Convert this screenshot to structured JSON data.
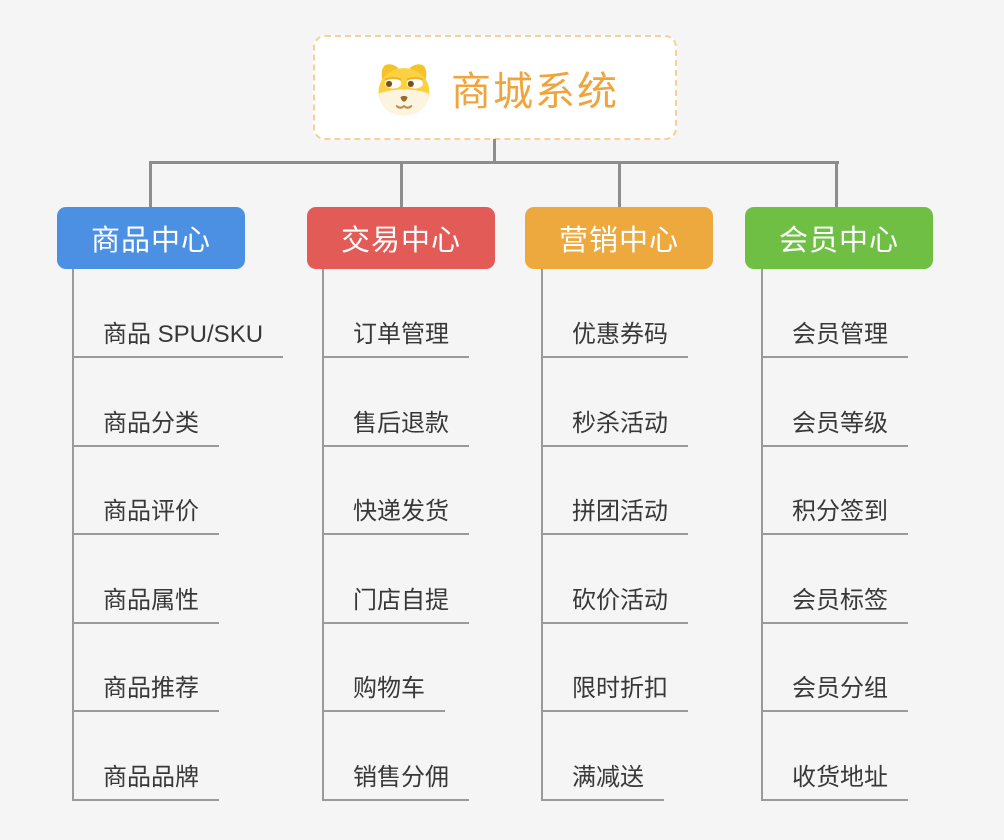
{
  "background_color": "#f5f5f5",
  "connector_color": "#8d8d8d",
  "line_color": "#9a9a9a",
  "root": {
    "label": "商城系统",
    "icon": "doge-icon",
    "text_color": "#f0a43c",
    "border_color": "#f6d096"
  },
  "branches": [
    {
      "label": "商品中心",
      "color": "#4b90e2",
      "children": [
        "商品 SPU/SKU",
        "商品分类",
        "商品评价",
        "商品属性",
        "商品推荐",
        "商品品牌"
      ]
    },
    {
      "label": "交易中心",
      "color": "#e25b57",
      "children": [
        "订单管理",
        "售后退款",
        "快递发货",
        "门店自提",
        "购物车",
        "销售分佣"
      ]
    },
    {
      "label": "营销中心",
      "color": "#eda93d",
      "children": [
        "优惠券码",
        "秒杀活动",
        "拼团活动",
        "砍价活动",
        "限时折扣",
        "满减送"
      ]
    },
    {
      "label": "会员中心",
      "color": "#6fbf44",
      "children": [
        "会员管理",
        "会员等级",
        "积分签到",
        "会员标签",
        "会员分组",
        "收货地址"
      ]
    }
  ]
}
